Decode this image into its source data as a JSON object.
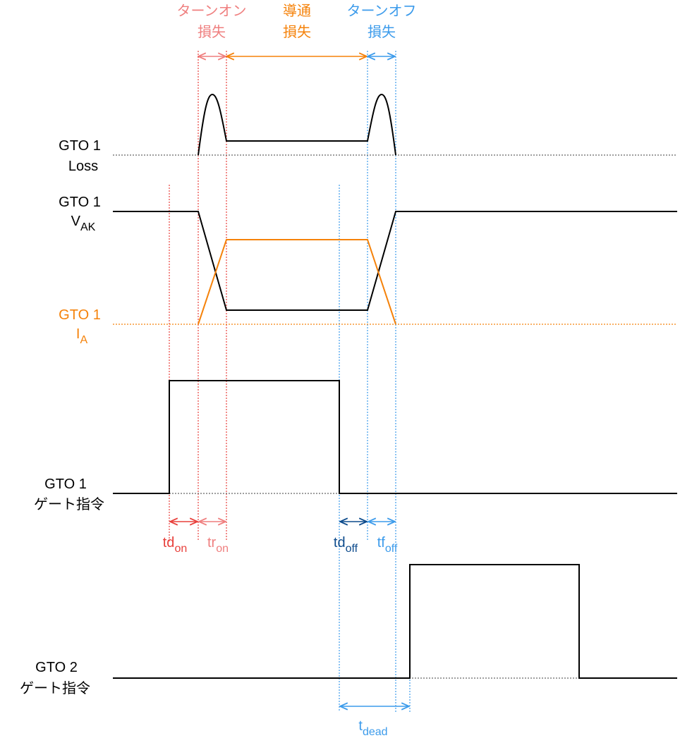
{
  "regions": {
    "turn_on_loss": {
      "line1": "ターンオン",
      "line2": "損失"
    },
    "conduction_loss": {
      "line1": "導通",
      "line2": "損失"
    },
    "turn_off_loss": {
      "line1": "ターンオフ",
      "line2": "損失"
    }
  },
  "signals": {
    "gto1_loss": {
      "line1": "GTO 1",
      "line2": "Loss"
    },
    "gto1_vak": {
      "line1": "GTO 1",
      "base": "V",
      "sub": "AK"
    },
    "gto1_ia": {
      "line1": "GTO 1",
      "base": "I",
      "sub": "A"
    },
    "gto1_gate": {
      "line1": "GTO 1",
      "line2": "ゲート指令"
    },
    "gto2_gate": {
      "line1": "GTO 2",
      "line2": "ゲート指令"
    }
  },
  "timings": {
    "td_on": {
      "base": "td",
      "sub": "on"
    },
    "tr_on": {
      "base": "tr",
      "sub": "on"
    },
    "td_off": {
      "base": "td",
      "sub": "off"
    },
    "tf_off": {
      "base": "tf",
      "sub": "off"
    },
    "t_dead": {
      "base": "t",
      "sub": "dead"
    }
  },
  "colors": {
    "signal": "#000000",
    "current": "#f5820a",
    "turn_on": "#e8413c",
    "turn_on_light": "#ef7f7f",
    "conduction": "#f5820a",
    "turn_off": "#3c9beb",
    "td_off": "#0d4b8c",
    "baseline": "#666666"
  }
}
